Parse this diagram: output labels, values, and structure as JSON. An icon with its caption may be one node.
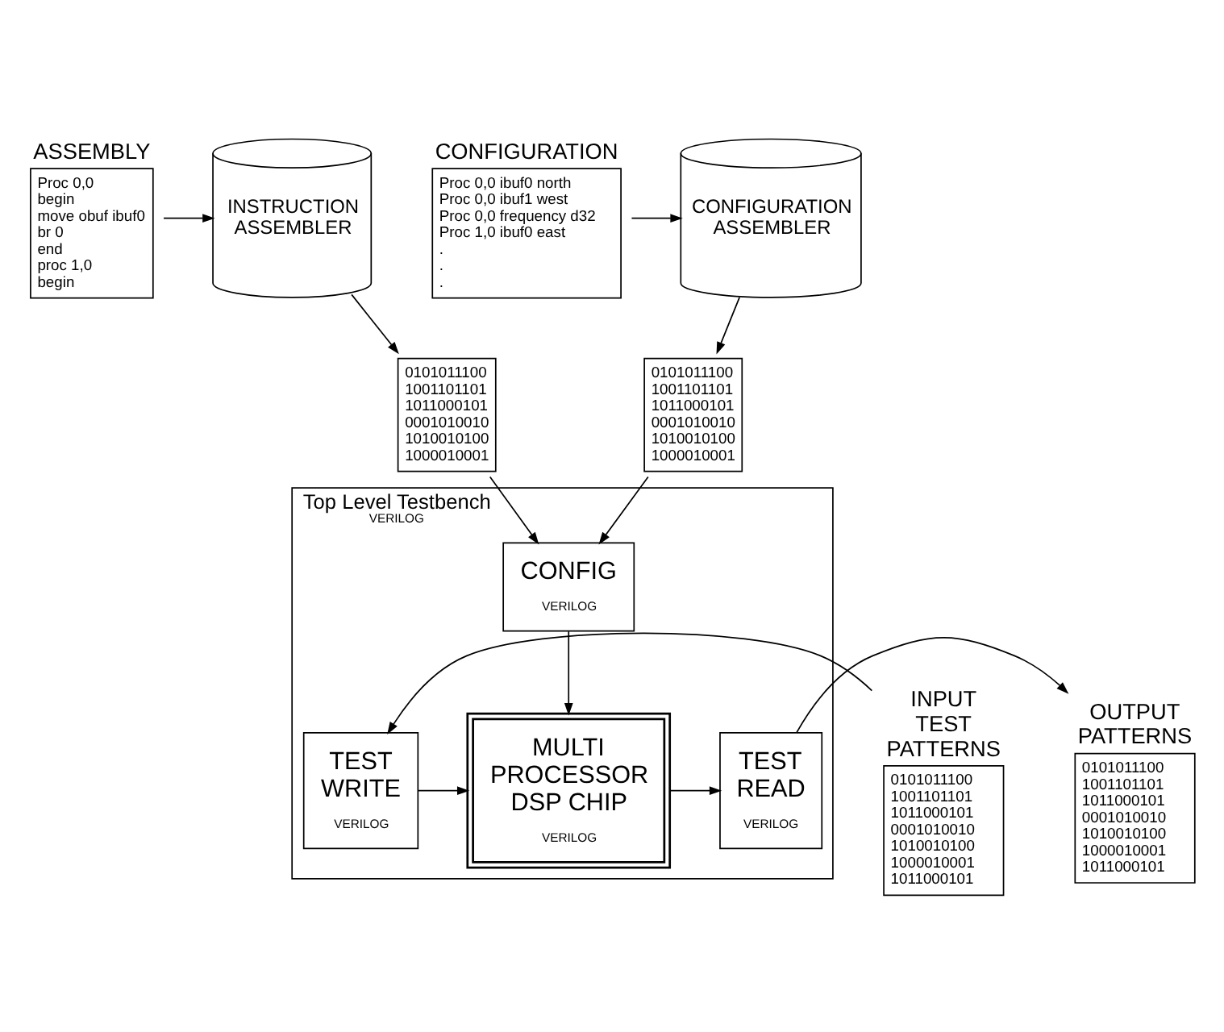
{
  "diagram": {
    "nodes": [
      {
        "text": [
          "ASSEMBLY",
          "Proc 0,0",
          "begin",
          "move obuf ibuf0",
          "br 0",
          "end",
          "proc 1,0",
          "begin"
        ]
      },
      {
        "text": [
          "INSTRUCTION ASSEMBLER"
        ]
      },
      {
        "text": [
          "0101011100",
          "1001101101",
          "1011000101",
          "0001010010",
          "1010010100",
          "1000010001"
        ]
      },
      {
        "text": [
          "CONFIGURATION",
          "Proc 0,0 ibuf0 north",
          "Proc 0,0 ibuf1 west",
          "Proc 0,0 frequency d32",
          "Proc 1,0 ibuf0 east",
          ".",
          ".",
          "."
        ]
      },
      {
        "text": [
          "CONFIGURATION ASSEMBLER"
        ]
      },
      {
        "text": [
          "0101011100",
          "1001101101",
          "1011000101",
          "0001010010",
          "1010010100",
          "1000010001"
        ]
      },
      {
        "text": [
          "Top Level Testbench",
          "VERILOG"
        ]
      },
      {
        "text": [
          "CONFIG",
          "VERILOG"
        ],
        "in": 6
      },
      {
        "text": [
          "INPUT TEST PATTERNS",
          "0101011100",
          "1001101101",
          "1011000101",
          "0001010010",
          "1010010100",
          "1000010001",
          "1011000101"
        ]
      },
      {
        "text": [
          "TEST WRITE",
          "VERILOG"
        ],
        "in": 6
      },
      {
        "text": [
          "MULTI PROCESSOR DSP CHIP",
          "VERILOG"
        ],
        "in": 6
      },
      {
        "text": [
          "TEST READ",
          "VERILOG"
        ],
        "in": 6
      },
      {
        "text": [
          "OUTPUT PATTERNS",
          "0101011100",
          "1001101101",
          "1011000101",
          "0001010010",
          "1010010100",
          "1000010001",
          "1011000101"
        ]
      }
    ],
    "edges": [
      {
        "from": 0,
        "to": 1,
        "arrow": "to"
      },
      {
        "from": 1,
        "to": 2,
        "arrow": "to"
      },
      {
        "from": 3,
        "to": 4,
        "arrow": "to"
      },
      {
        "from": 4,
        "to": 5,
        "arrow": "to"
      },
      {
        "from": 2,
        "to": 7,
        "arrow": "to"
      },
      {
        "from": 5,
        "to": 7,
        "arrow": "to"
      },
      {
        "from": 7,
        "to": 10,
        "arrow": "to"
      },
      {
        "from": 8,
        "to": 9,
        "arrow": "to"
      },
      {
        "from": 9,
        "to": 10,
        "arrow": "to"
      },
      {
        "from": 10,
        "to": 11,
        "arrow": "to"
      },
      {
        "from": 11,
        "to": 12,
        "arrow": "to"
      }
    ]
  }
}
